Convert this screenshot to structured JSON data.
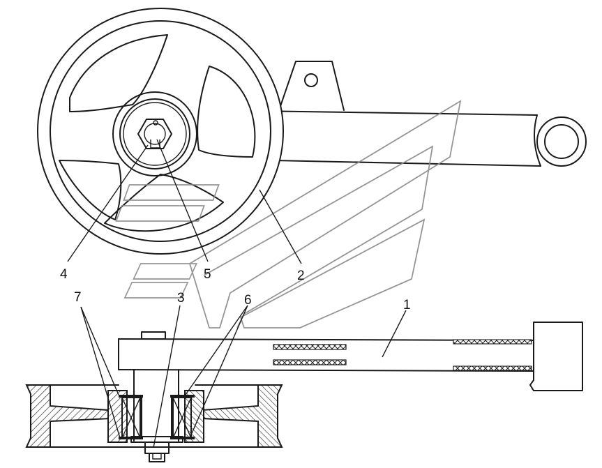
{
  "callouts": [
    {
      "id": "1",
      "label": "1"
    },
    {
      "id": "2",
      "label": "2"
    },
    {
      "id": "3",
      "label": "3"
    },
    {
      "id": "4",
      "label": "4"
    },
    {
      "id": "5",
      "label": "5"
    },
    {
      "id": "6",
      "label": "6"
    },
    {
      "id": "7",
      "label": "7"
    }
  ],
  "colors": {
    "line": "#1a1a1a",
    "watermark": "#8a8a8a",
    "background": "#ffffff"
  }
}
